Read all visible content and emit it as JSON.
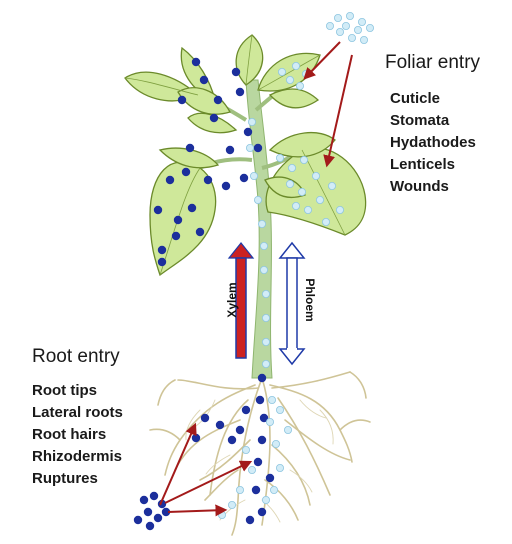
{
  "foliar": {
    "title": "Foliar entry",
    "items": [
      "Cuticle",
      "Stomata",
      "Hydathodes",
      "Lenticels",
      "Wounds"
    ]
  },
  "root": {
    "title": "Root entry",
    "items": [
      "Root tips",
      "Lateral roots",
      "Root hairs",
      "Rhizodermis",
      "Ruptures"
    ]
  },
  "transport": {
    "xylem": "Xylem",
    "phloem": "Phloem"
  },
  "colors": {
    "leaf_fill": "#cfe89a",
    "leaf_stroke": "#6b8a2a",
    "stem": "#b9d7a0",
    "root": "#d8cfa5",
    "dark_particle": "#1c2f9c",
    "light_particle": "#d2ecf7",
    "arrow_red": "#a31a1a",
    "xylem_red": "#cc2222",
    "transport_blue": "#1f3aa8"
  }
}
